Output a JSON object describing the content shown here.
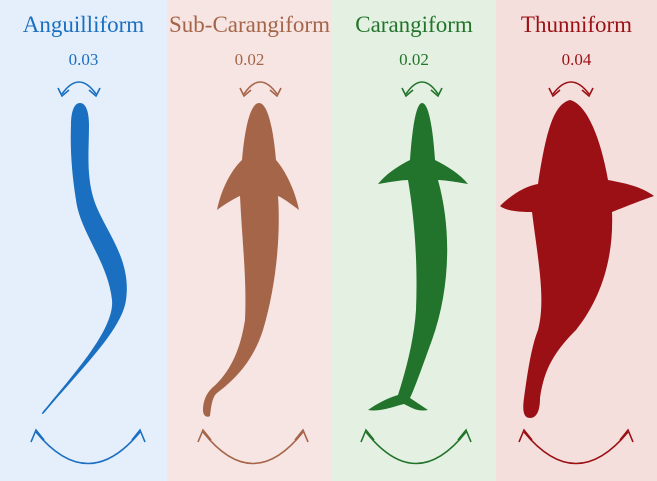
{
  "panels": [
    {
      "title": "Anguilliform",
      "head_amplitude": "0.03",
      "color": "#1a6fc0",
      "background": "#e4effb"
    },
    {
      "title": "Sub-Carangiform",
      "head_amplitude": "0.02",
      "color": "#a56548",
      "background": "#f7e5e3"
    },
    {
      "title": "Carangiform",
      "head_amplitude": "0.02",
      "color": "#22742c",
      "background": "#e4f1e2"
    },
    {
      "title": "Thunniform",
      "head_amplitude": "0.04",
      "color": "#9b1014",
      "background": "#f5dfdd"
    }
  ]
}
